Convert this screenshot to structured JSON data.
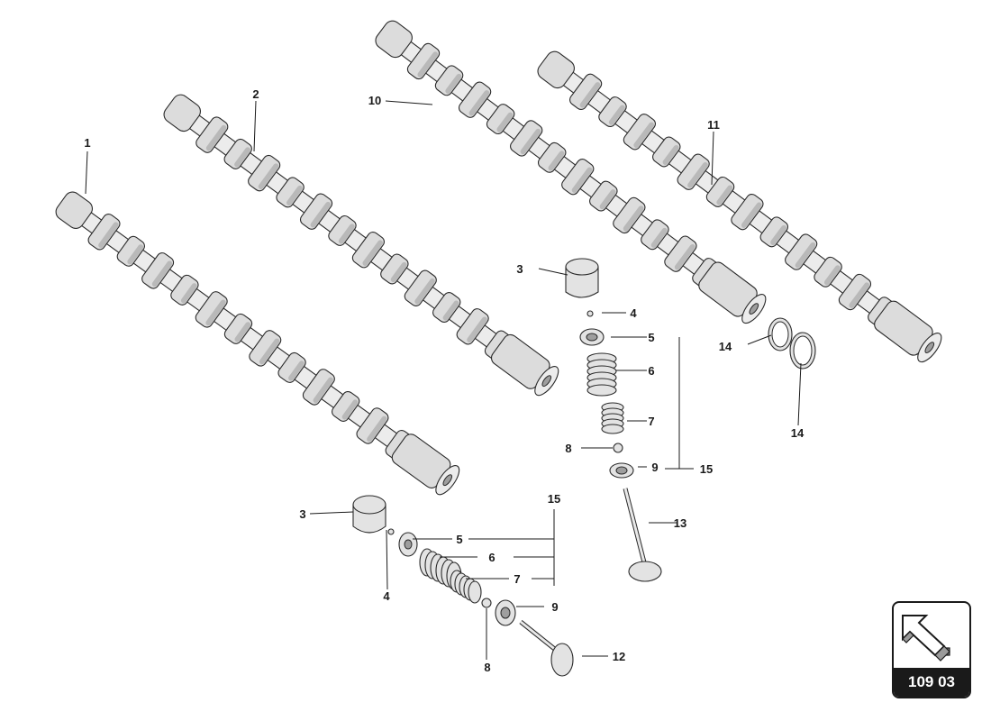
{
  "diagram": {
    "callouts": {
      "c1": "1",
      "c2": "2",
      "c3a": "3",
      "c3b": "3",
      "c4a": "4",
      "c4b": "4",
      "c5a": "5",
      "c5b": "5",
      "c6a": "6",
      "c6b": "6",
      "c7a": "7",
      "c7b": "7",
      "c8a": "8",
      "c8b": "8",
      "c9a": "9",
      "c9b": "9",
      "c10": "10",
      "c11": "11",
      "c12": "12",
      "c13": "13",
      "c14a": "14",
      "c14b": "14",
      "c15a": "15",
      "c15b": "15"
    },
    "colors": {
      "line": "#1a1a1a",
      "part_fill": "#e3e3e3",
      "badge_bg": "#1a1a1a"
    }
  },
  "nav": {
    "icon": "back-arrow-icon",
    "page_code": "109 03"
  }
}
